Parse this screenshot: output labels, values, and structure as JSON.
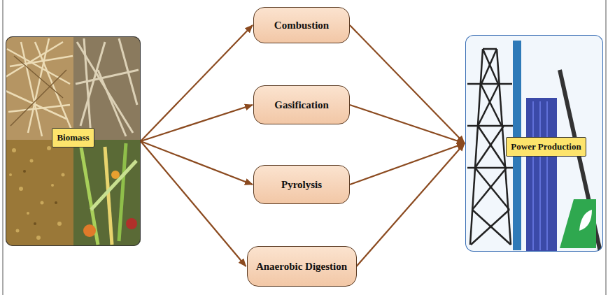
{
  "diagram": {
    "nodes": [
      {
        "text": [
          "Biomass"
        ]
      },
      {
        "text": [
          "Combustion"
        ]
      },
      {
        "text": [
          "Gasification"
        ]
      },
      {
        "text": [
          "Pyrolysis"
        ]
      },
      {
        "text": [
          "Anaerobic Digestion"
        ]
      },
      {
        "text": [
          "Power Production"
        ]
      }
    ],
    "edges": [
      {
        "from": 0,
        "to": 1,
        "arrow": "to"
      },
      {
        "from": 0,
        "to": 2,
        "arrow": "to"
      },
      {
        "from": 0,
        "to": 3,
        "arrow": "to"
      },
      {
        "from": 0,
        "to": 4,
        "arrow": "to"
      },
      {
        "from": 1,
        "to": 5,
        "arrow": "to"
      },
      {
        "from": 2,
        "to": 5,
        "arrow": "to"
      },
      {
        "from": 3,
        "to": 5,
        "arrow": "to"
      },
      {
        "from": 4,
        "to": 5,
        "arrow": "to"
      }
    ]
  }
}
